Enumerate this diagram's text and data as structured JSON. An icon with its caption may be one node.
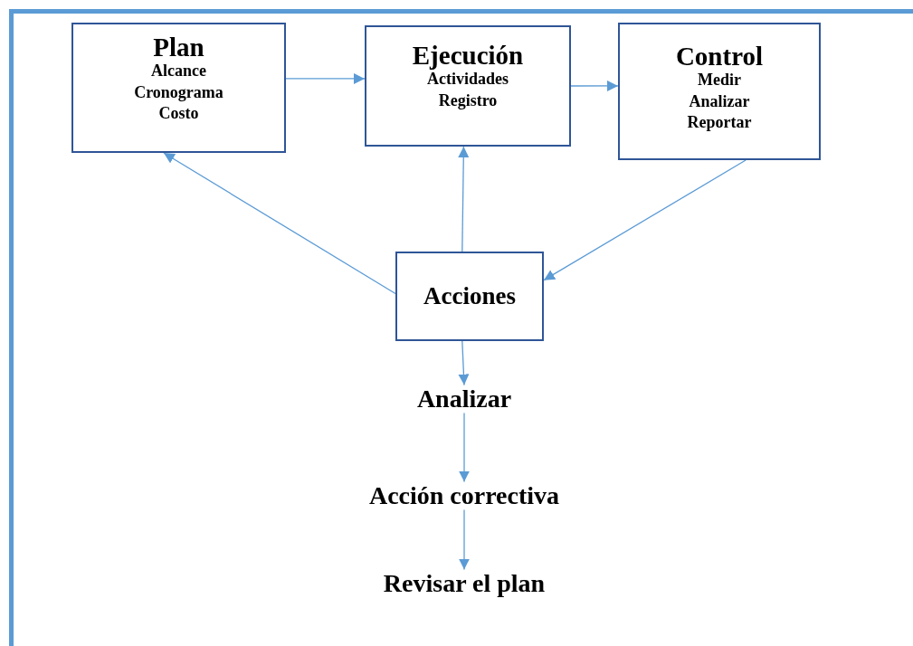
{
  "diagram": {
    "nodes": [
      {
        "text": [
          "Plan",
          "Alcance",
          "Cronograma",
          "Costo"
        ]
      },
      {
        "text": [
          "Ejecución",
          "Actividades",
          "Registro"
        ]
      },
      {
        "text": [
          "Control",
          "Medir",
          "Analizar",
          "Reportar"
        ]
      },
      {
        "text": [
          "Acciones"
        ]
      },
      {
        "text": [
          "Analizar"
        ]
      },
      {
        "text": [
          "Acción correctiva"
        ]
      },
      {
        "text": [
          "Revisar el plan"
        ]
      }
    ],
    "edges": [
      {
        "from": 0,
        "to": 1,
        "arrow": "to"
      },
      {
        "from": 1,
        "to": 2,
        "arrow": "to"
      },
      {
        "from": 3,
        "to": 0,
        "arrow": "to"
      },
      {
        "from": 3,
        "to": 1,
        "arrow": "to"
      },
      {
        "from": 2,
        "to": 3,
        "arrow": "to"
      },
      {
        "from": 3,
        "to": 4,
        "arrow": "to"
      },
      {
        "from": 4,
        "to": 5,
        "arrow": "to"
      },
      {
        "from": 5,
        "to": 6,
        "arrow": "to"
      }
    ]
  }
}
